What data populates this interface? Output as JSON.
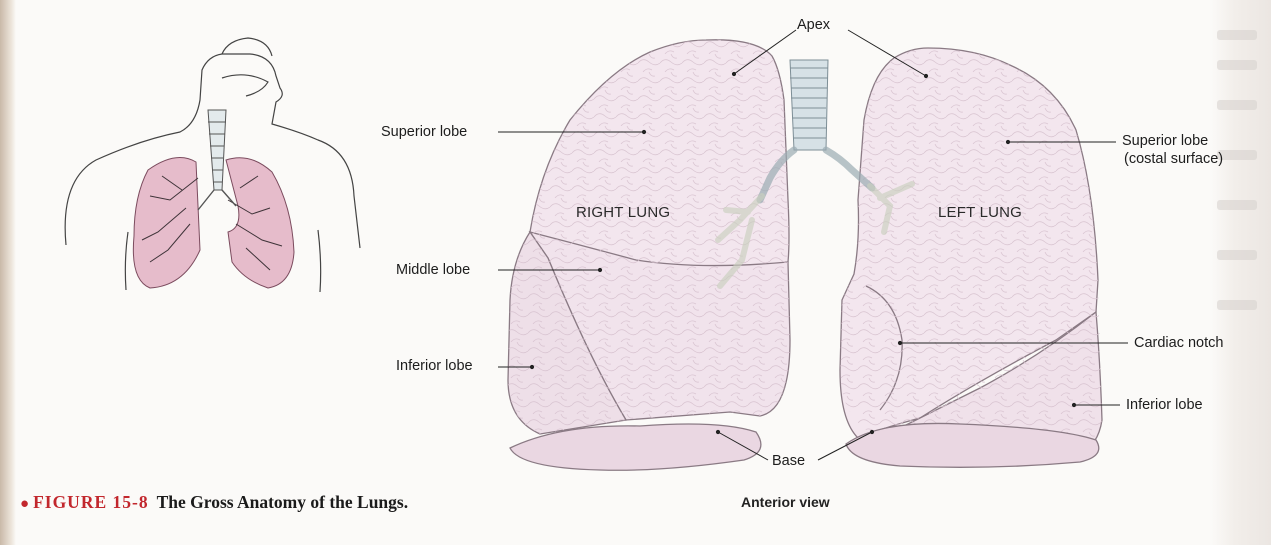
{
  "figure": {
    "number": "FIGURE 15-8",
    "title": "The Gross Anatomy of the Lungs.",
    "view_label": "Anterior view"
  },
  "lungs": {
    "right": "RIGHT LUNG",
    "left": "LEFT LUNG"
  },
  "labels": {
    "apex": "Apex",
    "right_superior_lobe": "Superior lobe",
    "right_middle_lobe": "Middle lobe",
    "right_inferior_lobe": "Inferior lobe",
    "left_superior_lobe_line1": "Superior lobe",
    "left_superior_lobe_line2": "(costal surface)",
    "cardiac_notch": "Cardiac notch",
    "left_inferior_lobe": "Inferior lobe",
    "base": "Base"
  },
  "colors": {
    "lung_fill": "#f3e4ec",
    "lung_outline": "#8a7a84",
    "caption_accent": "#c2272d",
    "trachea": "#c9d6dc"
  }
}
